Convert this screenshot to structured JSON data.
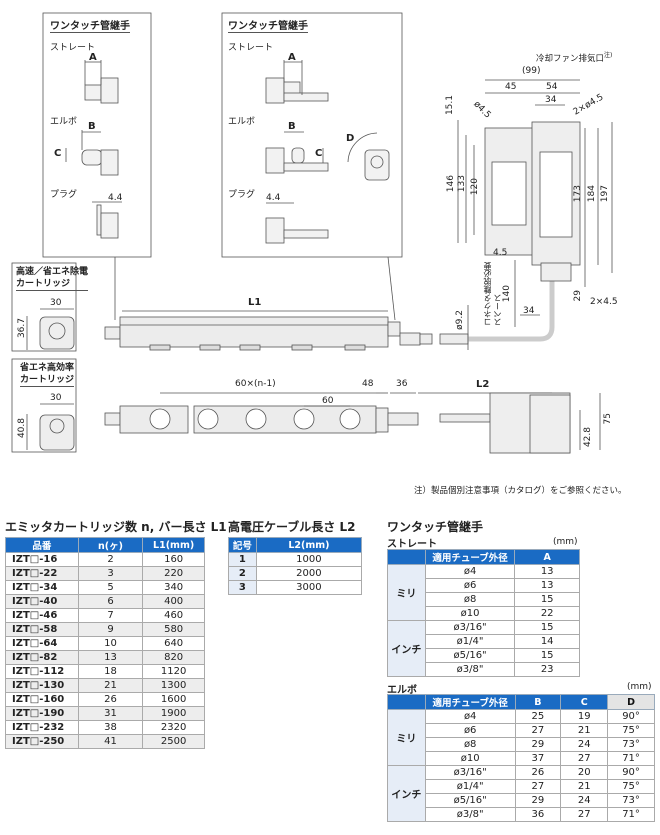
{
  "drawing": {
    "fitting_title": "ワンタッチ管継手",
    "straight": "ストレート",
    "elbow": "エルボ",
    "plug": "プラグ",
    "dim_A": "A",
    "dim_B": "B",
    "dim_C": "C",
    "dim_D": "D",
    "dim_plug": "4.4",
    "cartridge1": [
      "高速／省エネ除電",
      "カートリッジ"
    ],
    "cartridge2": [
      "省エネ高効率",
      "カートリッジ"
    ],
    "c1_w": "30",
    "c1_h": "36.7",
    "c2_w": "30",
    "c2_h": "40.8",
    "L1": "L1",
    "L2": "L2",
    "pitch_total": "60×(n-1)",
    "pitch": "60",
    "d48": "48",
    "d36": "36",
    "cable_dia": "ø9.2",
    "fan_note": "冷却ファン排気口",
    "fan_note_mark": "注)",
    "d99": "(99)",
    "d45": "45",
    "d54": "54",
    "d34top": "34",
    "d15": "15.1",
    "hole": "ø4.5",
    "holes2": "2×ø4.5",
    "d146": "146",
    "d133": "133",
    "d120": "120",
    "d173": "173",
    "d184": "184",
    "d197": "197",
    "d4_5": "4.5",
    "connector_space": [
      "コネクタ離脱必要",
      "スペース"
    ],
    "d140": "140",
    "d29": "29",
    "d2x45": "2×4.5",
    "d34bot": "34",
    "d75": "75",
    "d42_8": "42.8",
    "footnote": "注）製品個別注意事項（カタログ）をご参照ください。"
  },
  "table_l1": {
    "title": "エミッタカートリッジ数 n, バー長さ L1",
    "headers": [
      "品番",
      "n(ヶ)",
      "L1(mm)"
    ],
    "rows": [
      [
        "IZT□-16",
        "2",
        "160"
      ],
      [
        "IZT□-22",
        "3",
        "220"
      ],
      [
        "IZT□-34",
        "5",
        "340"
      ],
      [
        "IZT□-40",
        "6",
        "400"
      ],
      [
        "IZT□-46",
        "7",
        "460"
      ],
      [
        "IZT□-58",
        "9",
        "580"
      ],
      [
        "IZT□-64",
        "10",
        "640"
      ],
      [
        "IZT□-82",
        "13",
        "820"
      ],
      [
        "IZT□-112",
        "18",
        "1120"
      ],
      [
        "IZT□-130",
        "21",
        "1300"
      ],
      [
        "IZT□-160",
        "26",
        "1600"
      ],
      [
        "IZT□-190",
        "31",
        "1900"
      ],
      [
        "IZT□-232",
        "38",
        "2320"
      ],
      [
        "IZT□-250",
        "41",
        "2500"
      ]
    ]
  },
  "table_l2": {
    "title": "高電圧ケーブル長さ L2",
    "headers": [
      "記号",
      "L2(mm)"
    ],
    "rows": [
      [
        "1",
        "1000"
      ],
      [
        "2",
        "2000"
      ],
      [
        "3",
        "3000"
      ]
    ]
  },
  "fittings": {
    "title": "ワンタッチ管継手",
    "straight": {
      "label": "ストレート",
      "unit": "(mm)",
      "headers": [
        "",
        "適用チューブ外径",
        "A"
      ],
      "groups": [
        {
          "name": "ミリ",
          "rows": [
            [
              "ø4",
              "13"
            ],
            [
              "ø6",
              "13"
            ],
            [
              "ø8",
              "15"
            ],
            [
              "ø10",
              "22"
            ]
          ]
        },
        {
          "name": "インチ",
          "rows": [
            [
              "ø3/16\"",
              "15"
            ],
            [
              "ø1/4\"",
              "14"
            ],
            [
              "ø5/16\"",
              "15"
            ],
            [
              "ø3/8\"",
              "23"
            ]
          ]
        }
      ]
    },
    "elbow": {
      "label": "エルボ",
      "unit": "(mm)",
      "headers": [
        "",
        "適用チューブ外径",
        "B",
        "C",
        "D"
      ],
      "groups": [
        {
          "name": "ミリ",
          "rows": [
            [
              "ø4",
              "25",
              "19",
              "90°"
            ],
            [
              "ø6",
              "27",
              "21",
              "75°"
            ],
            [
              "ø8",
              "29",
              "24",
              "73°"
            ],
            [
              "ø10",
              "37",
              "27",
              "71°"
            ]
          ]
        },
        {
          "name": "インチ",
          "rows": [
            [
              "ø3/16\"",
              "26",
              "20",
              "90°"
            ],
            [
              "ø1/4\"",
              "27",
              "21",
              "75°"
            ],
            [
              "ø5/16\"",
              "29",
              "24",
              "73°"
            ],
            [
              "ø3/8\"",
              "36",
              "27",
              "71°"
            ]
          ]
        }
      ]
    }
  }
}
